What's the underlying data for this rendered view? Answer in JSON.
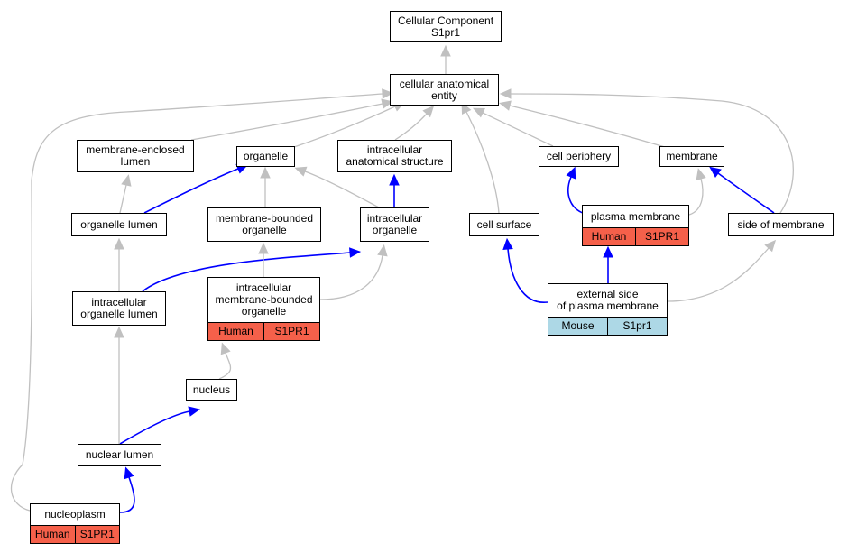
{
  "colors": {
    "is_a_edge": "#c0c0c0",
    "part_of_edge": "#0000ff",
    "human": "#f5604a",
    "mouse": "#add8e6"
  },
  "nodes": {
    "cellular_component": {
      "line1": "Cellular Component",
      "line2": "S1pr1"
    },
    "cellular_anatomical_entity": {
      "line1": "cellular anatomical",
      "line2": "entity"
    },
    "membrane_enclosed_lumen": {
      "line1": "membrane-enclosed",
      "line2": "lumen"
    },
    "organelle": {
      "line1": "organelle"
    },
    "intracellular_anatomical_structure": {
      "line1": "intracellular",
      "line2": "anatomical structure"
    },
    "cell_periphery": {
      "line1": "cell periphery"
    },
    "membrane": {
      "line1": "membrane"
    },
    "organelle_lumen": {
      "line1": "organelle lumen"
    },
    "membrane_bounded_organelle": {
      "line1": "membrane-bounded",
      "line2": "organelle"
    },
    "intracellular_organelle": {
      "line1": "intracellular",
      "line2": "organelle"
    },
    "cell_surface": {
      "line1": "cell surface"
    },
    "plasma_membrane": {
      "line1": "plasma membrane",
      "species": "Human",
      "gene": "S1PR1"
    },
    "side_of_membrane": {
      "line1": "side of membrane"
    },
    "intracellular_organelle_lumen": {
      "line1": "intracellular",
      "line2": "organelle lumen"
    },
    "intracellular_membrane_bounded_organelle": {
      "line1": "intracellular",
      "line2": "membrane-bounded",
      "line3": "organelle",
      "species": "Human",
      "gene": "S1PR1"
    },
    "external_side_of_plasma_membrane": {
      "line1": "external side",
      "line2": "of plasma membrane",
      "species": "Mouse",
      "gene": "S1pr1"
    },
    "nucleus": {
      "line1": "nucleus"
    },
    "nuclear_lumen": {
      "line1": "nuclear lumen"
    },
    "nucleoplasm": {
      "line1": "nucleoplasm",
      "species": "Human",
      "gene": "S1PR1"
    }
  },
  "edges": [
    {
      "from": "cellular_anatomical_entity",
      "to": "cellular_component",
      "relation": "is_a"
    },
    {
      "from": "membrane_enclosed_lumen",
      "to": "cellular_anatomical_entity",
      "relation": "is_a"
    },
    {
      "from": "organelle",
      "to": "cellular_anatomical_entity",
      "relation": "is_a"
    },
    {
      "from": "intracellular_anatomical_structure",
      "to": "cellular_anatomical_entity",
      "relation": "is_a"
    },
    {
      "from": "cell_periphery",
      "to": "cellular_anatomical_entity",
      "relation": "is_a"
    },
    {
      "from": "membrane",
      "to": "cellular_anatomical_entity",
      "relation": "is_a"
    },
    {
      "from": "cell_surface",
      "to": "cellular_anatomical_entity",
      "relation": "is_a"
    },
    {
      "from": "side_of_membrane",
      "to": "cellular_anatomical_entity",
      "relation": "is_a"
    },
    {
      "from": "nucleoplasm",
      "to": "cellular_anatomical_entity",
      "relation": "is_a"
    },
    {
      "from": "organelle_lumen",
      "to": "membrane_enclosed_lumen",
      "relation": "is_a"
    },
    {
      "from": "organelle_lumen",
      "to": "organelle",
      "relation": "part_of"
    },
    {
      "from": "membrane_bounded_organelle",
      "to": "organelle",
      "relation": "is_a"
    },
    {
      "from": "intracellular_organelle",
      "to": "organelle",
      "relation": "is_a"
    },
    {
      "from": "intracellular_organelle",
      "to": "intracellular_anatomical_structure",
      "relation": "part_of"
    },
    {
      "from": "plasma_membrane",
      "to": "cell_periphery",
      "relation": "part_of"
    },
    {
      "from": "plasma_membrane",
      "to": "membrane",
      "relation": "is_a"
    },
    {
      "from": "side_of_membrane",
      "to": "membrane",
      "relation": "part_of"
    },
    {
      "from": "intracellular_organelle_lumen",
      "to": "organelle_lumen",
      "relation": "is_a"
    },
    {
      "from": "intracellular_organelle_lumen",
      "to": "intracellular_organelle",
      "relation": "part_of"
    },
    {
      "from": "intracellular_membrane_bounded_organelle",
      "to": "membrane_bounded_organelle",
      "relation": "is_a"
    },
    {
      "from": "intracellular_membrane_bounded_organelle",
      "to": "intracellular_organelle",
      "relation": "is_a"
    },
    {
      "from": "external_side_of_plasma_membrane",
      "to": "cell_surface",
      "relation": "part_of"
    },
    {
      "from": "external_side_of_plasma_membrane",
      "to": "plasma_membrane",
      "relation": "part_of"
    },
    {
      "from": "external_side_of_plasma_membrane",
      "to": "side_of_membrane",
      "relation": "is_a"
    },
    {
      "from": "nucleus",
      "to": "intracellular_membrane_bounded_organelle",
      "relation": "is_a"
    },
    {
      "from": "nuclear_lumen",
      "to": "intracellular_organelle_lumen",
      "relation": "is_a"
    },
    {
      "from": "nuclear_lumen",
      "to": "nucleus",
      "relation": "part_of"
    },
    {
      "from": "nucleoplasm",
      "to": "nuclear_lumen",
      "relation": "part_of"
    }
  ]
}
